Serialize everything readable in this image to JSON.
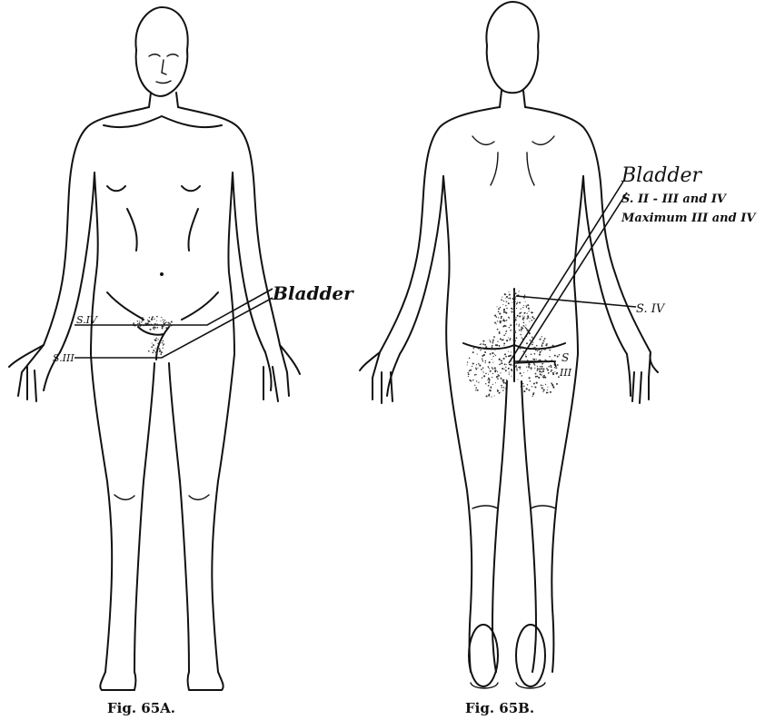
{
  "figure_a": {
    "caption": "Fig. 65A.",
    "labels": {
      "organ": "Bladder",
      "segment_upper": "S.IV",
      "segment_lower": "S.III"
    }
  },
  "figure_b": {
    "caption": "Fig. 65B.",
    "labels": {
      "organ": "Bladder",
      "line1": "S. II - III and IV",
      "line2": "Maximum III and IV",
      "segment_upper": "S. IV",
      "segment_lower_a": "S",
      "segment_lower_b": "III"
    }
  }
}
